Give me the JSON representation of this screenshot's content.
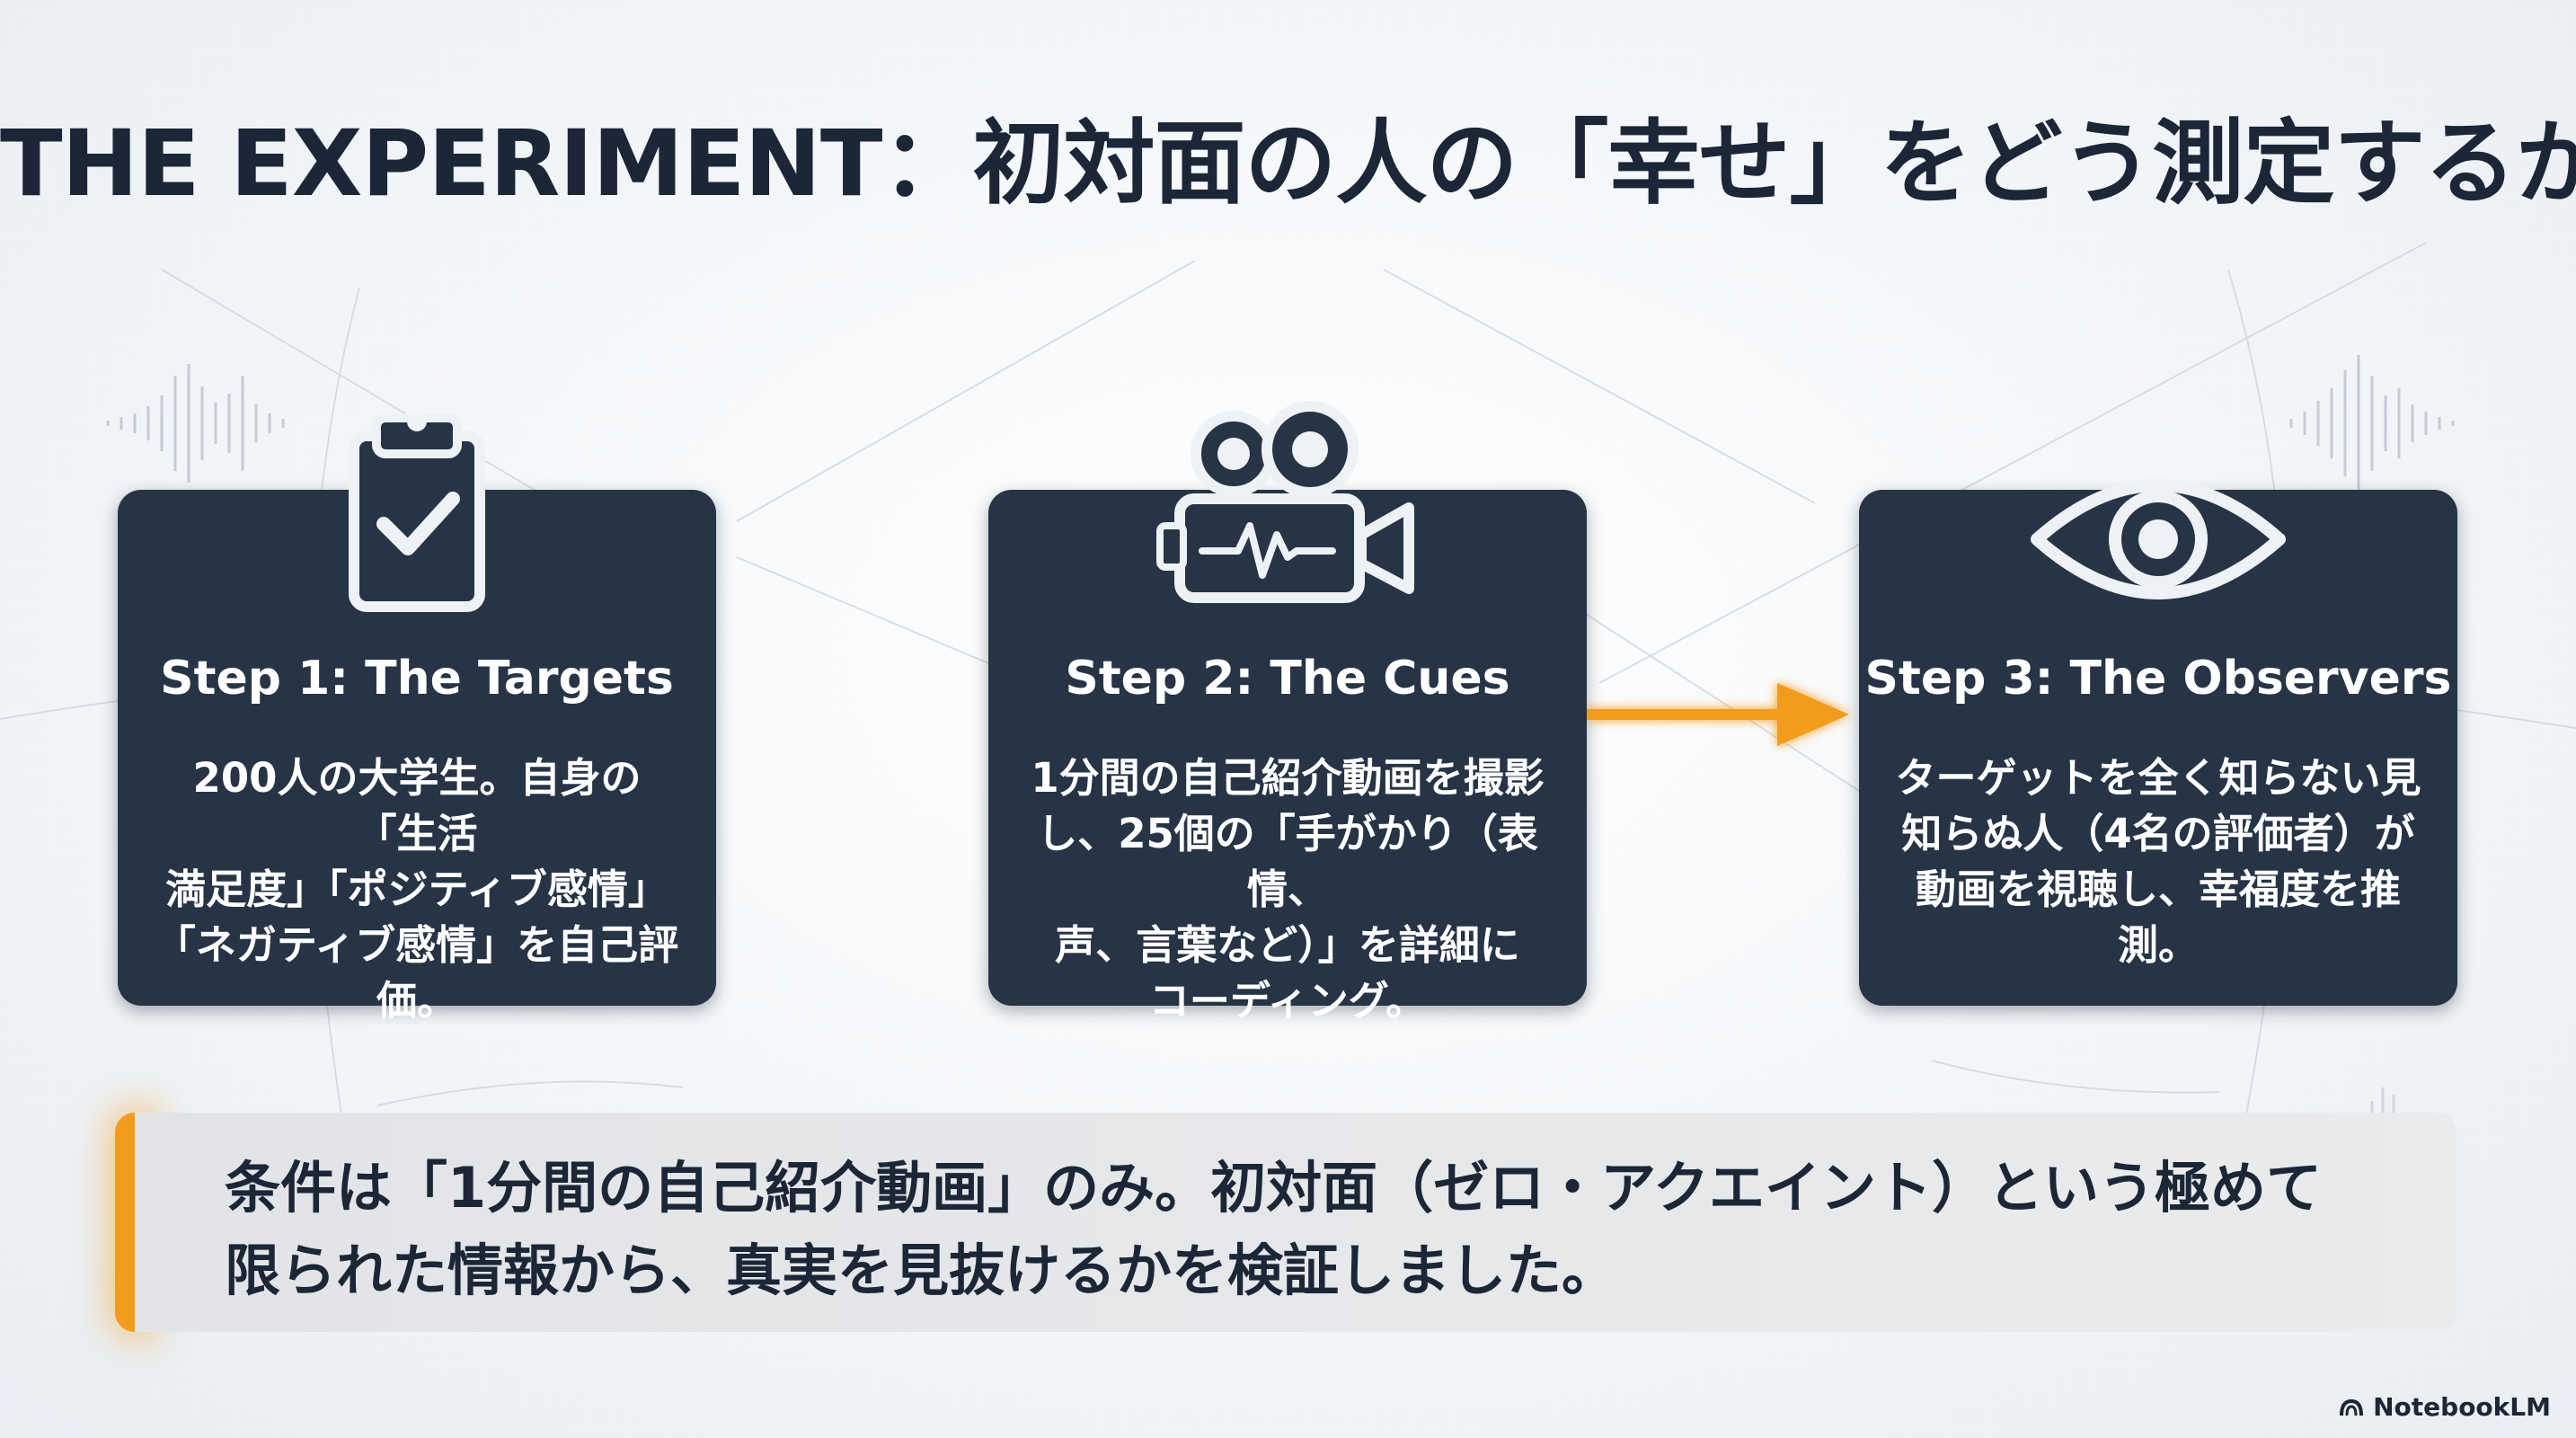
{
  "title": "THE EXPERIMENT：初対面の人の「幸せ」をどう測定するか？",
  "steps": [
    {
      "icon": "clipboard-check-icon",
      "title": "Step 1: The Targets",
      "body": "200人の大学生。自身の「生活\n満足度」「ポジティブ感情」\n「ネガティブ感情」を自己評価。"
    },
    {
      "icon": "video-camera-icon",
      "title": "Step 2: The Cues",
      "body": "1分間の自己紹介動画を撮影\nし、25個の「手がかり（表情、\n声、言葉など）」を詳細に\nコーディング。"
    },
    {
      "icon": "eye-icon",
      "title": "Step 3: The Observers",
      "body": "ターゲットを全く知らない見\n知らぬ人（4名の評価者）が\n動画を視聴し、幸福度を推測。"
    }
  ],
  "note": "条件は「1分間の自己紹介動画」のみ。初対面（ゼロ・アクエイント）という極めて\n限られた情報から、真実を見抜けるかを検証しました。",
  "brand": "NotebookLM",
  "colors": {
    "card": "#263446",
    "accent": "#f39b1b",
    "text_dark": "#1b2636"
  }
}
